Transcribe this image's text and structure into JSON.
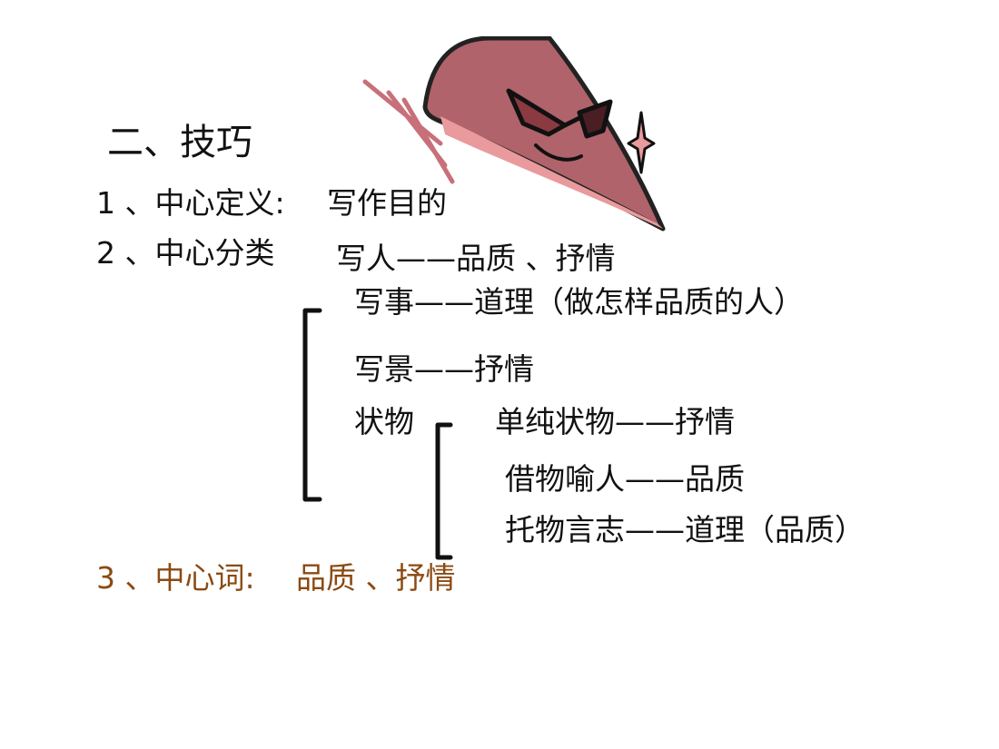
{
  "slide": {
    "title": "二、技巧",
    "item1": {
      "label": "1 、中心定义:",
      "value": "写作目的"
    },
    "item2": {
      "label": "2 、中心分类"
    },
    "categories": {
      "people": "写人——品质 、抒情",
      "events": "写事——道理（做怎样品质的人）",
      "scenery": "写景——抒情",
      "objects": "状物"
    },
    "object_types": {
      "pure": "单纯状物——抒情",
      "metaphor": "借物喻人——品质",
      "aspiration": "托物言志——道理（品质）"
    },
    "item3": {
      "label": "3 、中心词:",
      "value": "品质 、抒情"
    }
  },
  "colors": {
    "text": "#111111",
    "highlight": "#8b4a12",
    "mascot_body": "#b0636a",
    "mascot_edge": "#e89a9c"
  },
  "icons": {
    "mascot": "cartoon-face-with-sunglasses-icon"
  }
}
